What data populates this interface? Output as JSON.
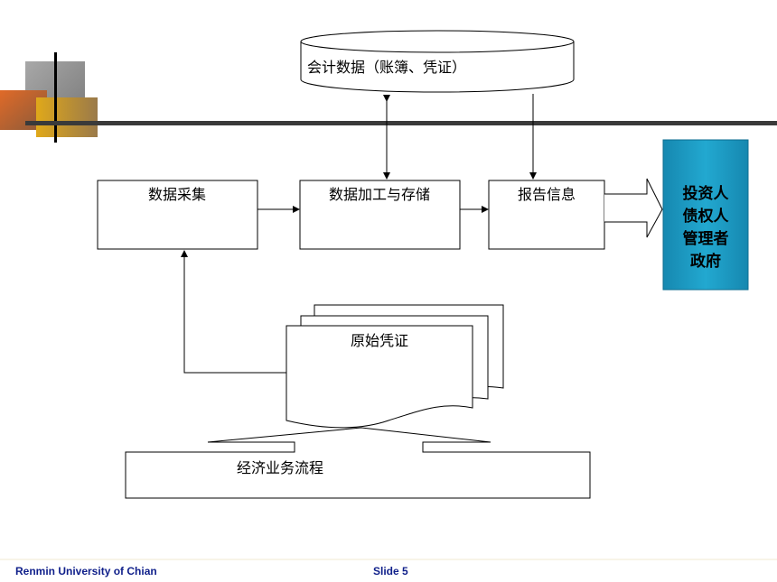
{
  "diagram": {
    "database_label": "会计数据（账簿、凭证）",
    "collect_label": "数据采集",
    "process_label": "数据加工与存储",
    "report_label": "报告信息",
    "source_docs_label": "原始凭证",
    "business_label": "经济业务流程",
    "audience": [
      "投资人",
      "债权人",
      "管理者",
      "政府"
    ]
  },
  "footer": {
    "university": "Renmin University of  Chian",
    "slide": "Slide 5"
  },
  "colors": {
    "audience_fill": "#1a9cc4",
    "footer_text": "#0f1f8a",
    "deco_orange": "#d9621e",
    "deco_gold": "#d4a21a",
    "deco_gray": "#8a8a8a"
  }
}
